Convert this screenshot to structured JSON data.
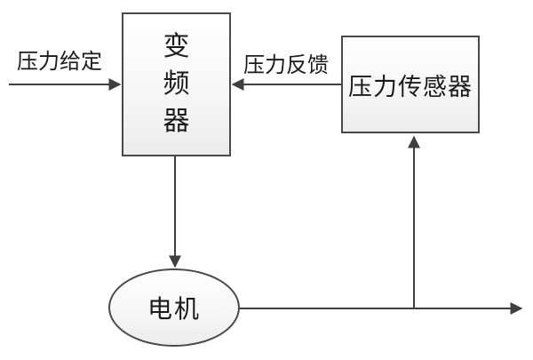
{
  "diagram": {
    "type": "block-diagram",
    "description_visible_text_only": true,
    "nodes": [
      {
        "id": "inverter",
        "label": "变频器",
        "shape": "rect",
        "text_orientation": "vertical"
      },
      {
        "id": "pressure-sensor",
        "label": "压力传感器",
        "shape": "rect",
        "text_orientation": "horizontal"
      },
      {
        "id": "motor",
        "label": "电机",
        "shape": "ellipse",
        "text_orientation": "horizontal"
      }
    ],
    "edge_labels": {
      "pressure_setpoint": "压力给定",
      "pressure_feedback": "压力反馈"
    },
    "edges": [
      {
        "from": "external-input",
        "to": "inverter",
        "label": "压力给定",
        "direction": "right"
      },
      {
        "from": "pressure-sensor",
        "to": "inverter",
        "label": "压力反馈",
        "direction": "left"
      },
      {
        "from": "inverter",
        "to": "motor",
        "label": "",
        "direction": "down"
      },
      {
        "from": "motor",
        "to": "external-output",
        "label": "",
        "direction": "right"
      },
      {
        "from": "motor-output-line",
        "to": "pressure-sensor",
        "label": "",
        "direction": "up"
      }
    ],
    "colors": {
      "background": "#ffffff",
      "line": "#3f3f3f",
      "node_border": "#494949",
      "node_fill_top": "#ffffff",
      "node_fill_bottom": "#ececec",
      "text": "#1b1b1b"
    }
  }
}
